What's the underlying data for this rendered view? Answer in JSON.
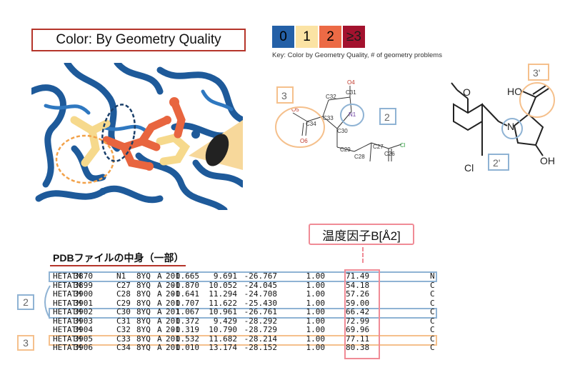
{
  "color_title": "Color: By Geometry Quality",
  "legend": {
    "items": [
      {
        "label": "0",
        "color": "#2460a7",
        "text_color": "#1c1c1c"
      },
      {
        "label": "1",
        "color": "#fbe3a4",
        "text_color": "#1c1c1c"
      },
      {
        "label": "2",
        "color": "#ec6a45",
        "text_color": "#1c1c1c"
      },
      {
        "label": "≥3",
        "color": "#a3122e",
        "text_color": "#1c1c1c"
      }
    ],
    "key": "Key: Color by Geometry Quality, # of geometry problems"
  },
  "molecule1": {
    "label_3": "3",
    "label_2": "2",
    "atoms": [
      "C32",
      "C31",
      "O4",
      "O5",
      "C33",
      "N1",
      "C34",
      "C30",
      "O6",
      "C29",
      "C27",
      "C28",
      "C26",
      "Cl"
    ]
  },
  "molecule2": {
    "label_3p": "3'",
    "label_2p": "2'",
    "atoms": [
      "HO",
      "O",
      "N",
      "Cl",
      "OH"
    ]
  },
  "bfactor_label": "温度因子B[Å2]",
  "pdb_title": "PDBファイルの中身（一部）",
  "pdb_rows": [
    [
      "HETATM",
      "3870",
      "N1",
      "8YQ",
      "A",
      "201",
      "0.665",
      "9.691",
      "-26.767",
      "1.00",
      "71.49",
      "N"
    ],
    [
      "HETATM",
      "3899",
      "C27",
      "8YQ",
      "A",
      "201",
      "-0.870",
      "10.052",
      "-24.045",
      "1.00",
      "54.18",
      "C"
    ],
    [
      "HETATM",
      "3900",
      "C28",
      "8YQ",
      "A",
      "201",
      "-0.641",
      "11.294",
      "-24.708",
      "1.00",
      "57.26",
      "C"
    ],
    [
      "HETATM",
      "3901",
      "C29",
      "8YQ",
      "A",
      "201",
      "0.707",
      "11.622",
      "-25.430",
      "1.00",
      "59.00",
      "C"
    ],
    [
      "HETATM",
      "3902",
      "C30",
      "8YQ",
      "A",
      "201",
      "1.067",
      "10.961",
      "-26.761",
      "1.00",
      "66.42",
      "C"
    ],
    [
      "HETATM",
      "3903",
      "C31",
      "8YQ",
      "A",
      "201",
      "0.372",
      "9.429",
      "-28.292",
      "1.00",
      "72.99",
      "C"
    ],
    [
      "HETATM",
      "3904",
      "C32",
      "8YQ",
      "A",
      "201",
      "-0.319",
      "10.790",
      "-28.729",
      "1.00",
      "69.96",
      "C"
    ],
    [
      "HETATM",
      "3905",
      "C33",
      "8YQ",
      "A",
      "201",
      "0.532",
      "11.682",
      "-28.214",
      "1.00",
      "77.11",
      "C"
    ],
    [
      "HETATM",
      "3906",
      "C34",
      "8YQ",
      "A",
      "201",
      "0.010",
      "13.174",
      "-28.152",
      "1.00",
      "80.38",
      "C"
    ]
  ],
  "side_labels": {
    "label_2": "2",
    "label_3": "3"
  }
}
